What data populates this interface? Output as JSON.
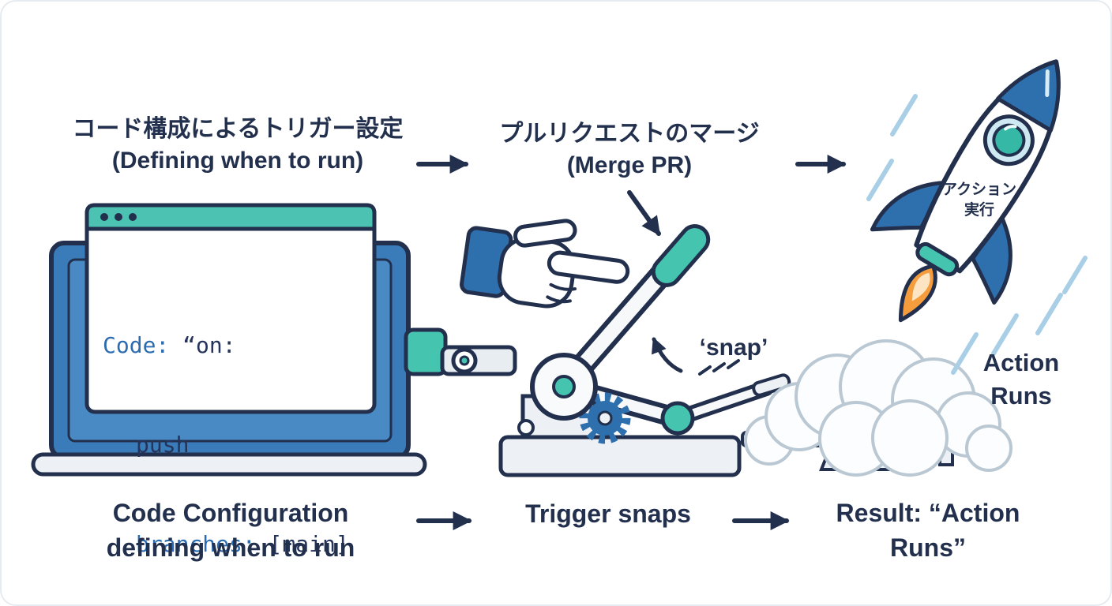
{
  "top_flow": {
    "step1": {
      "jp": "コード構成によるトリガー設定",
      "en": "(Defining when to run)"
    },
    "step2": {
      "jp": "プルリクエストのマージ",
      "en": "(Merge PR)"
    }
  },
  "laptop_screen": {
    "code_line1_key": "Code:",
    "code_line1_value": " “on:",
    "code_line2": "push",
    "code_line3_key": "branches:",
    "code_line3_value": " [main]"
  },
  "machine": {
    "snap_label": "‘snap’"
  },
  "rocket": {
    "label_line1": "アクション",
    "label_line2": "実行",
    "side_label": "Action Runs"
  },
  "bottom_flow": {
    "step1": "Code Configuration defining when to run",
    "step2": "Trigger snaps",
    "step3": "Result: “Action Runs”"
  },
  "colors": {
    "navy": "#22304d",
    "blue": "#2e6fae",
    "teal": "#45c4b0",
    "orange": "#f59d3d",
    "light_blue": "#a9cfe7",
    "code_key_blue": "#2b6cb0"
  }
}
